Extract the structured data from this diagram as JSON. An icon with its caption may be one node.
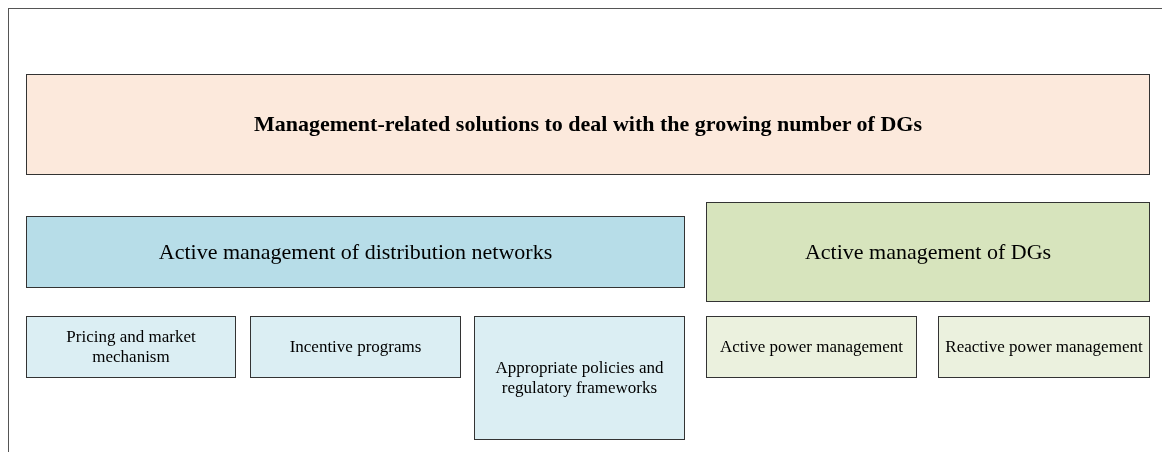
{
  "diagram": {
    "nodes": [
      {
        "text": [
          "Management-related solutions to deal with the growing number of DGs"
        ]
      },
      {
        "text": [
          "Active management of distribution networks"
        ]
      },
      {
        "text": [
          "Active management of DGs"
        ]
      },
      {
        "text": [
          "Pricing and market mechanism"
        ]
      },
      {
        "text": [
          "Incentive programs"
        ]
      },
      {
        "text": [
          "Appropriate policies and regulatory frameworks"
        ]
      },
      {
        "text": [
          "Active power management"
        ]
      },
      {
        "text": [
          "Reactive power management"
        ]
      }
    ]
  }
}
